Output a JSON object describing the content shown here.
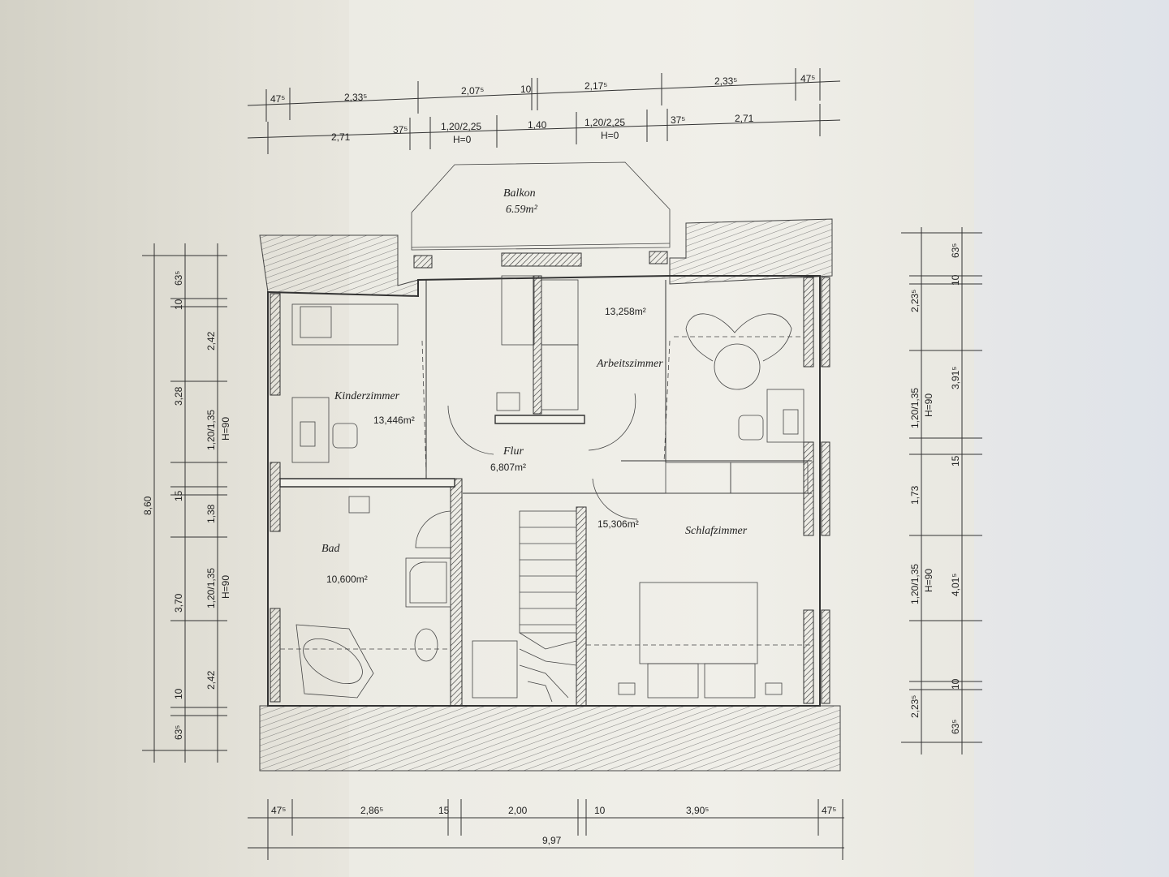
{
  "rooms": {
    "balkon": {
      "name": "Balkon",
      "area": "6.59m²"
    },
    "kinderzimmer": {
      "name": "Kinderzimmer",
      "area": "13,446m²"
    },
    "arbeitszimmer": {
      "name": "Arbeitszimmer",
      "area": "13,258m²"
    },
    "flur": {
      "name": "Flur",
      "area": "6,807m²"
    },
    "schlafzimmer": {
      "name": "Schlafzimmer",
      "area": "15,306m²"
    },
    "bad": {
      "name": "Bad",
      "area": "10,600m²"
    }
  },
  "dims_top_row1": [
    "47⁵",
    "2,33⁵",
    "2,07⁵",
    "10",
    "2,17⁵",
    "2,33⁵",
    "47⁵"
  ],
  "dims_top_row2": [
    "2,71",
    "37⁵",
    "1,20/2,25",
    "H=0",
    "1,40",
    "1,20/2,25",
    "H=0",
    "37⁵",
    "2,71"
  ],
  "dims_bottom_row1": [
    "47⁵",
    "2,86⁵",
    "15",
    "2,00",
    "10",
    "3,90⁵",
    "47⁵"
  ],
  "dims_bottom_total": "9,97",
  "dims_left_total": "8,60",
  "dims_left_col1": [
    "63⁵",
    "10",
    "15",
    "10",
    "63⁵"
  ],
  "dims_left_col2": [
    "2,42",
    "3,28",
    "1,38",
    "3,70",
    "2,42"
  ],
  "dims_left_col3": [
    "1,20/1,35",
    "H=90",
    "1,20/1,35",
    "H=90"
  ],
  "dims_right_col1": [
    "2,23⁵",
    "1,20/1,35",
    "H=90",
    "1,73",
    "1,20/1,35",
    "H=90",
    "2,23⁵"
  ],
  "dims_right_col2": [
    "63⁵",
    "10",
    "3,91⁵",
    "15",
    "4,01⁵",
    "10",
    "63⁵"
  ]
}
